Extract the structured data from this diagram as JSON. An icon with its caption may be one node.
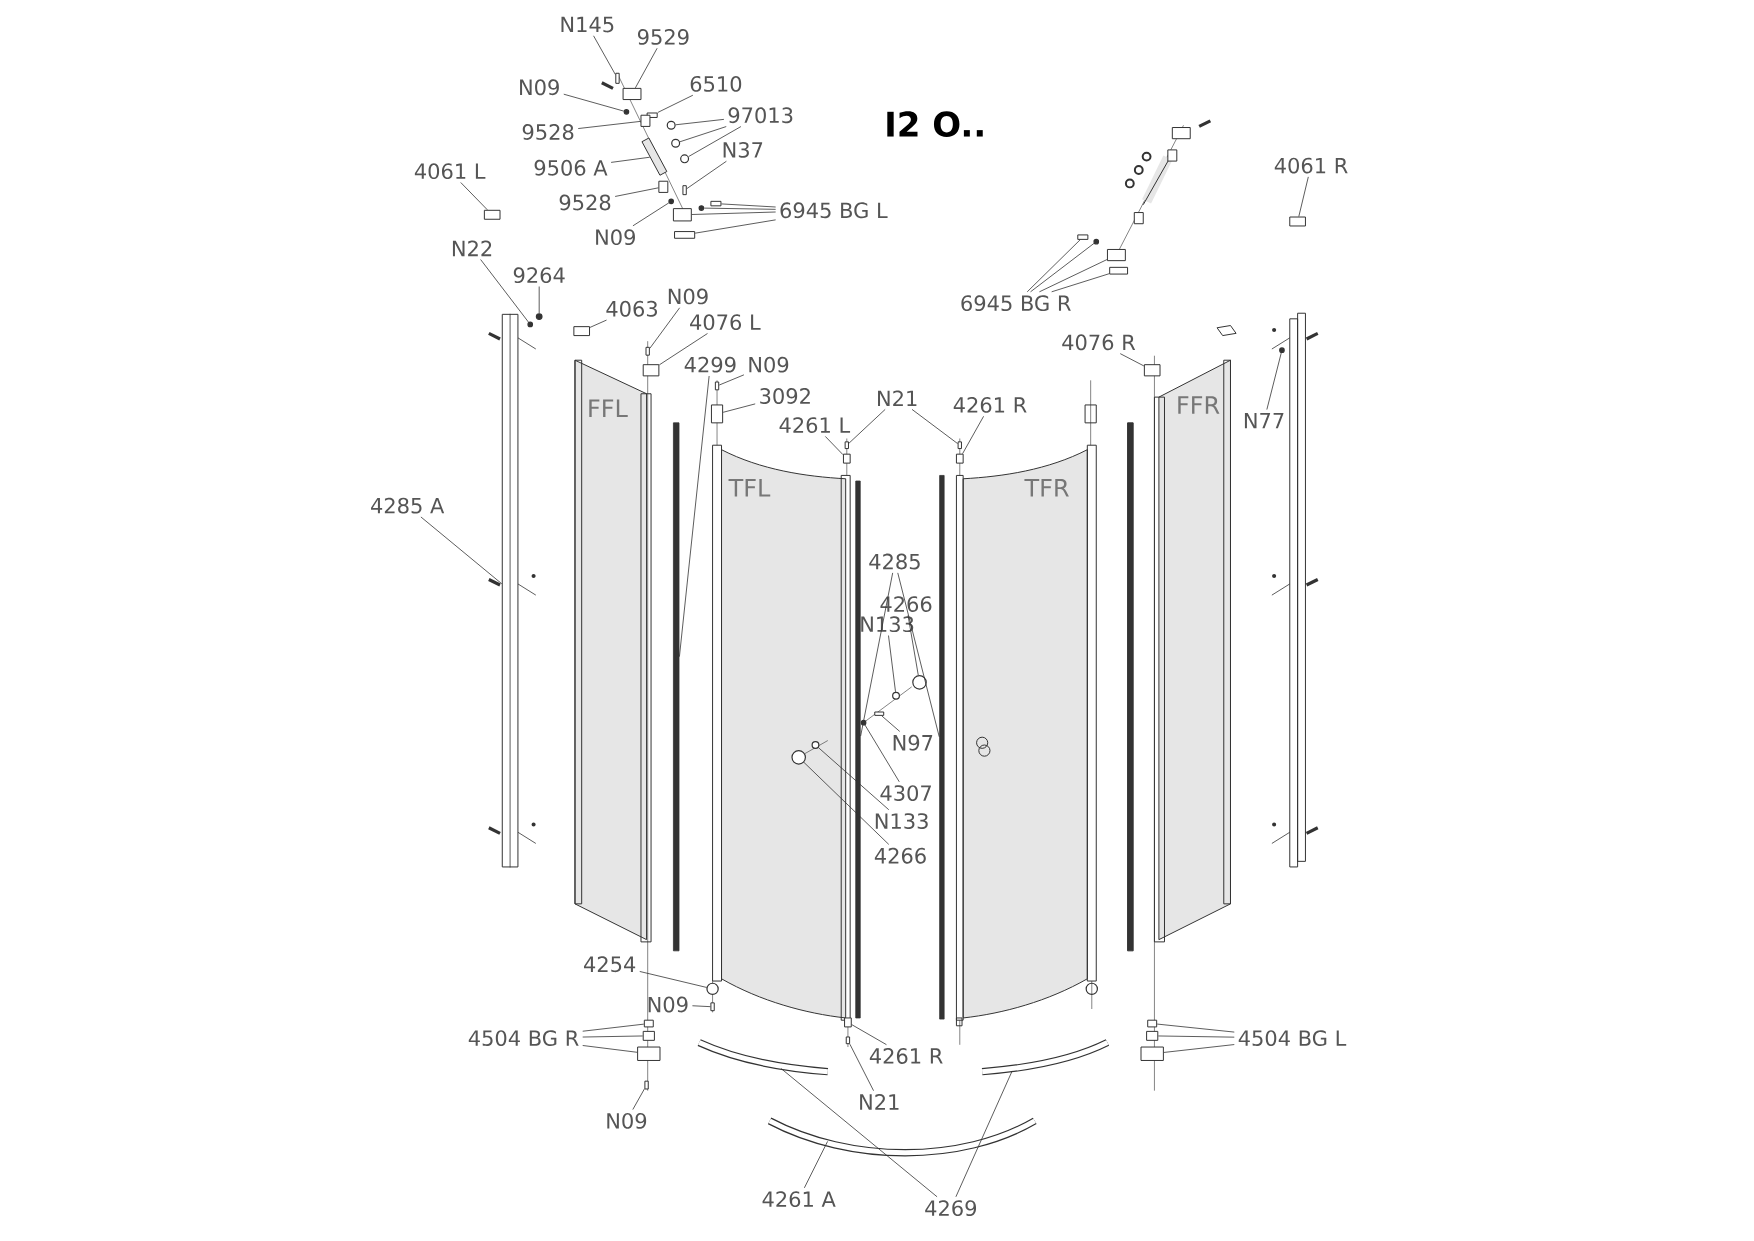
{
  "diagram": {
    "title": "I2 O..",
    "nodes": [
      {
        "text": [
          "N145"
        ]
      },
      {
        "text": [
          "9529"
        ]
      },
      {
        "text": [
          "N09"
        ]
      },
      {
        "text": [
          "6510"
        ]
      },
      {
        "text": [
          "97013"
        ]
      },
      {
        "text": [
          "9528"
        ]
      },
      {
        "text": [
          "9506 A"
        ]
      },
      {
        "text": [
          "N37"
        ]
      },
      {
        "text": [
          "9528"
        ]
      },
      {
        "text": [
          "N09"
        ]
      },
      {
        "text": [
          "6945 BG L"
        ]
      },
      {
        "text": [
          "4061 L"
        ]
      },
      {
        "text": [
          "4061 R"
        ]
      },
      {
        "text": [
          "6945 BG R"
        ]
      },
      {
        "text": [
          "N22"
        ]
      },
      {
        "text": [
          "9264"
        ]
      },
      {
        "text": [
          "4063"
        ]
      },
      {
        "text": [
          "N09"
        ]
      },
      {
        "text": [
          "4076 L"
        ]
      },
      {
        "text": [
          "4299"
        ]
      },
      {
        "text": [
          "N09"
        ]
      },
      {
        "text": [
          "3092"
        ]
      },
      {
        "text": [
          "N21"
        ]
      },
      {
        "text": [
          "4261 L"
        ]
      },
      {
        "text": [
          "4261 R"
        ]
      },
      {
        "text": [
          "4076 R"
        ]
      },
      {
        "text": [
          "N77"
        ]
      },
      {
        "text": [
          "4285 A"
        ]
      },
      {
        "text": [
          "4285"
        ]
      },
      {
        "text": [
          "4266"
        ]
      },
      {
        "text": [
          "N133"
        ]
      },
      {
        "text": [
          "N97"
        ]
      },
      {
        "text": [
          "4307"
        ]
      },
      {
        "text": [
          "N133"
        ]
      },
      {
        "text": [
          "4266"
        ]
      },
      {
        "text": [
          "4254"
        ]
      },
      {
        "text": [
          "N09"
        ]
      },
      {
        "text": [
          "4504 BG R"
        ]
      },
      {
        "text": [
          "4261 R"
        ]
      },
      {
        "text": [
          "N21"
        ]
      },
      {
        "text": [
          "N09"
        ]
      },
      {
        "text": [
          "4504 BG L"
        ]
      },
      {
        "text": [
          "4261 A"
        ]
      },
      {
        "text": [
          "4269"
        ]
      },
      {
        "text": [],
        "shape": "box"
      },
      {
        "text": [],
        "shape": "box"
      },
      {
        "text": [],
        "shape": "circle"
      },
      {
        "text": [],
        "shape": "box"
      },
      {
        "text": [],
        "shape": "circle"
      },
      {
        "text": [],
        "shape": "circle"
      },
      {
        "text": [],
        "shape": "circle"
      },
      {
        "text": [],
        "shape": "box"
      },
      {
        "text": [],
        "shape": "bar"
      },
      {
        "text": [],
        "shape": "box"
      },
      {
        "text": [],
        "shape": "box"
      },
      {
        "text": [],
        "shape": "circle"
      },
      {
        "text": [],
        "shape": "box"
      },
      {
        "text": [],
        "shape": "circle"
      },
      {
        "text": [],
        "shape": "box"
      },
      {
        "text": [],
        "shape": "box"
      },
      {
        "text": [],
        "shape": "box"
      },
      {
        "text": [],
        "shape": "box"
      },
      {
        "text": [],
        "shape": "box"
      },
      {
        "text": [],
        "shape": "circle"
      },
      {
        "text": [],
        "shape": "box"
      },
      {
        "text": [],
        "shape": "box"
      },
      {
        "text": [],
        "shape": "circle"
      },
      {
        "text": [],
        "shape": "circle"
      },
      {
        "text": [],
        "shape": "box"
      },
      {
        "text": [],
        "shape": "box"
      },
      {
        "text": [],
        "shape": "box"
      },
      {
        "text": [],
        "shape": "bar"
      },
      {
        "text": [],
        "shape": "box"
      },
      {
        "text": [],
        "shape": "box"
      },
      {
        "text": [],
        "shape": "box"
      },
      {
        "text": [],
        "shape": "box"
      },
      {
        "text": [],
        "shape": "box"
      },
      {
        "text": [],
        "shape": "box"
      },
      {
        "text": [],
        "shape": "box"
      },
      {
        "text": [],
        "shape": "circle"
      },
      {
        "text": [],
        "shape": "bar"
      },
      {
        "text": [],
        "shape": "bar"
      },
      {
        "text": [],
        "shape": "bar"
      },
      {
        "text": [],
        "shape": "circle"
      },
      {
        "text": [],
        "shape": "circle"
      },
      {
        "text": [],
        "shape": "box"
      },
      {
        "text": [],
        "shape": "circle"
      },
      {
        "text": [],
        "shape": "circle"
      },
      {
        "text": [],
        "shape": "circle"
      },
      {
        "text": [],
        "shape": "circle"
      },
      {
        "text": [],
        "shape": "box"
      },
      {
        "text": [],
        "shape": "box"
      },
      {
        "text": [],
        "shape": "box"
      },
      {
        "text": [],
        "shape": "box"
      },
      {
        "text": [],
        "shape": "box"
      },
      {
        "text": [],
        "shape": "box"
      },
      {
        "text": [],
        "shape": "box"
      },
      {
        "text": [],
        "shape": "box"
      },
      {
        "text": [],
        "shape": "box"
      },
      {
        "text": [],
        "shape": "box"
      },
      {
        "text": [],
        "shape": "bar"
      },
      {
        "text": [],
        "shape": "bar"
      },
      {
        "text": [],
        "shape": "bar"
      }
    ],
    "edges": [
      {
        "from": 0,
        "to": 44,
        "arrow": "none"
      },
      {
        "from": 1,
        "to": 45,
        "arrow": "none"
      },
      {
        "from": 2,
        "to": 46,
        "arrow": "none"
      },
      {
        "from": 3,
        "to": 47,
        "arrow": "none"
      },
      {
        "from": 4,
        "to": 48,
        "arrow": "none"
      },
      {
        "from": 4,
        "to": 49,
        "arrow": "none"
      },
      {
        "from": 4,
        "to": 50,
        "arrow": "none"
      },
      {
        "from": 5,
        "to": 51,
        "arrow": "none"
      },
      {
        "from": 6,
        "to": 52,
        "arrow": "none"
      },
      {
        "from": 7,
        "to": 53,
        "arrow": "none"
      },
      {
        "from": 8,
        "to": 54,
        "arrow": "none"
      },
      {
        "from": 9,
        "to": 55,
        "arrow": "none"
      },
      {
        "from": 10,
        "to": 56,
        "arrow": "none"
      },
      {
        "from": 10,
        "to": 57,
        "arrow": "none"
      },
      {
        "from": 10,
        "to": 58,
        "arrow": "none"
      },
      {
        "from": 10,
        "to": 59,
        "arrow": "none"
      },
      {
        "from": 11,
        "to": 60,
        "arrow": "none"
      },
      {
        "from": 12,
        "to": 61,
        "arrow": "none"
      },
      {
        "from": 13,
        "to": 62,
        "arrow": "none"
      },
      {
        "from": 13,
        "to": 63,
        "arrow": "none"
      },
      {
        "from": 13,
        "to": 64,
        "arrow": "none"
      },
      {
        "from": 13,
        "to": 65,
        "arrow": "none"
      },
      {
        "from": 14,
        "to": 66,
        "arrow": "none"
      },
      {
        "from": 15,
        "to": 67,
        "arrow": "none"
      },
      {
        "from": 16,
        "to": 68,
        "arrow": "none"
      },
      {
        "from": 17,
        "to": 69,
        "arrow": "none"
      },
      {
        "from": 18,
        "to": 70,
        "arrow": "none"
      },
      {
        "from": 19,
        "to": 71,
        "arrow": "none"
      },
      {
        "from": 20,
        "to": 72,
        "arrow": "none"
      },
      {
        "from": 21,
        "to": 73,
        "arrow": "none"
      },
      {
        "from": 22,
        "to": 74,
        "arrow": "none"
      },
      {
        "from": 22,
        "to": 75,
        "arrow": "none"
      },
      {
        "from": 23,
        "to": 76,
        "arrow": "none"
      },
      {
        "from": 24,
        "to": 77,
        "arrow": "none"
      },
      {
        "from": 25,
        "to": 78,
        "arrow": "none"
      },
      {
        "from": 26,
        "to": 79,
        "arrow": "none"
      },
      {
        "from": 27,
        "to": 80,
        "arrow": "none"
      },
      {
        "from": 28,
        "to": 81,
        "arrow": "none"
      },
      {
        "from": 28,
        "to": 82,
        "arrow": "none"
      },
      {
        "from": 29,
        "to": 83,
        "arrow": "none"
      },
      {
        "from": 30,
        "to": 84,
        "arrow": "none"
      },
      {
        "from": 31,
        "to": 85,
        "arrow": "none"
      },
      {
        "from": 32,
        "to": 86,
        "arrow": "none"
      },
      {
        "from": 33,
        "to": 87,
        "arrow": "none"
      },
      {
        "from": 34,
        "to": 88,
        "arrow": "none"
      },
      {
        "from": 35,
        "to": 89,
        "arrow": "none"
      },
      {
        "from": 36,
        "to": 90,
        "arrow": "none"
      },
      {
        "from": 37,
        "to": 91,
        "arrow": "none"
      },
      {
        "from": 37,
        "to": 92,
        "arrow": "none"
      },
      {
        "from": 37,
        "to": 93,
        "arrow": "none"
      },
      {
        "from": 38,
        "to": 94,
        "arrow": "none"
      },
      {
        "from": 39,
        "to": 95,
        "arrow": "none"
      },
      {
        "from": 40,
        "to": 96,
        "arrow": "none"
      },
      {
        "from": 41,
        "to": 97,
        "arrow": "none"
      },
      {
        "from": 41,
        "to": 98,
        "arrow": "none"
      },
      {
        "from": 41,
        "to": 99,
        "arrow": "none"
      },
      {
        "from": 42,
        "to": 100,
        "arrow": "none"
      },
      {
        "from": 43,
        "to": 101,
        "arrow": "none"
      },
      {
        "from": 43,
        "to": 102,
        "arrow": "none"
      }
    ],
    "labels": [
      "FFL",
      "TFL",
      "TFR",
      "FFR"
    ]
  }
}
